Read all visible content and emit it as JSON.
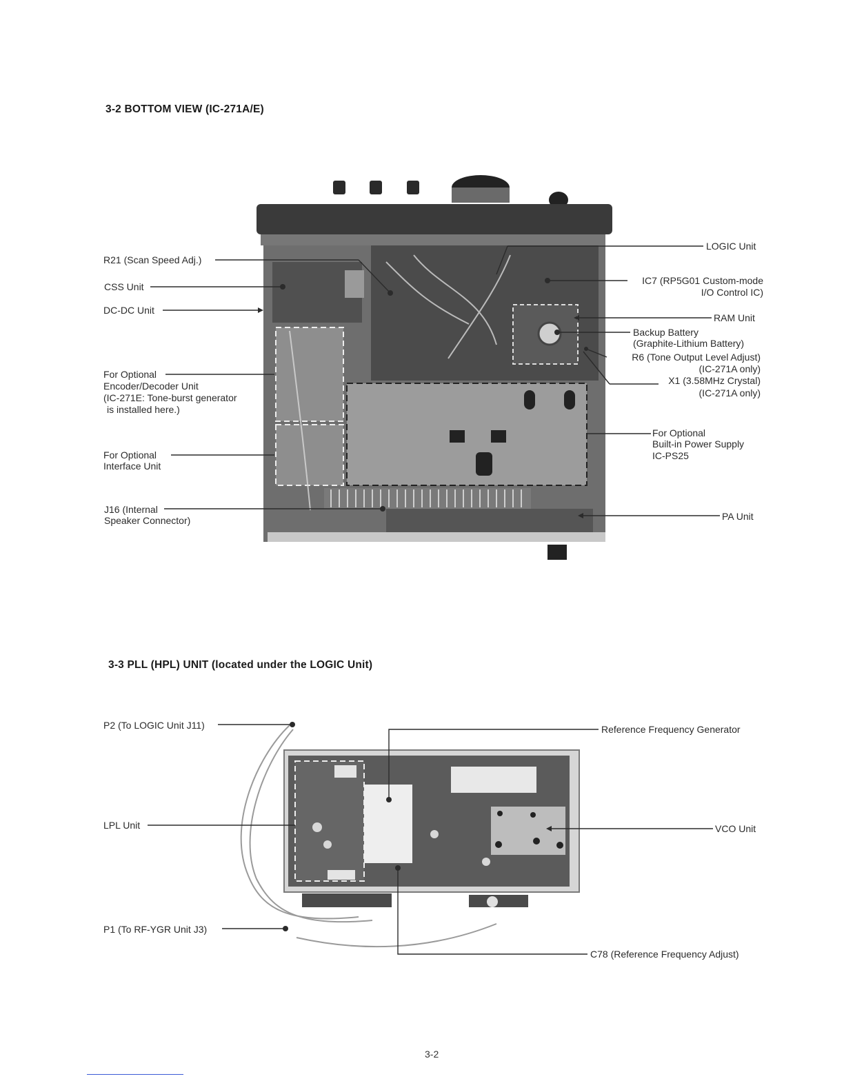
{
  "section_bottom": {
    "heading": "3-2 BOTTOM VIEW  (IC-271A/E)",
    "labels_left": {
      "r21": "R21 (Scan Speed Adj.)",
      "css": "CSS Unit",
      "dcdc": "DC-DC Unit",
      "enc1": "For Optional",
      "enc2": "Encoder/Decoder Unit",
      "enc3": "(IC-271E: Tone-burst generator",
      "enc4": "is installed here.)",
      "int1": "For Optional",
      "int2": "Interface Unit",
      "j16a": "J16 (Internal",
      "j16b": "Speaker Connector)"
    },
    "labels_right": {
      "logic": "LOGIC Unit",
      "ic7a": "IC7 (RP5G01 Custom-mode",
      "ic7b": "I/O Control IC)",
      "ram": "RAM Unit",
      "bat1": "Backup Battery",
      "bat2": "(Graphite-Lithium Battery)",
      "r6a": "R6 (Tone Output Level Adjust)",
      "r6b": "(IC-271A only)",
      "x1a": "X1 (3.58MHz Crystal)",
      "x1b": "(IC-271A only)",
      "ps1": "For Optional",
      "ps2": "Built-in Power Supply",
      "ps3": "IC-PS25",
      "pa": "PA Unit"
    }
  },
  "section_pll": {
    "heading": "3-3 PLL (HPL) UNIT (located under the LOGIC Unit)",
    "labels": {
      "p2": "P2 (To LOGIC Unit J11)",
      "lpl": "LPL Unit",
      "p1": "P1 (To RF-YGR Unit J3)",
      "ref": "Reference Frequency Generator",
      "vco": "VCO Unit",
      "c78": "C78 (Reference Frequency Adjust)"
    }
  },
  "footer": {
    "page_number": "3-2"
  },
  "colors": {
    "photo_dark": "#3a3a3a",
    "photo_mid": "#8a8a8a",
    "board": "#555555",
    "link_mark": "#3b5bd6"
  }
}
